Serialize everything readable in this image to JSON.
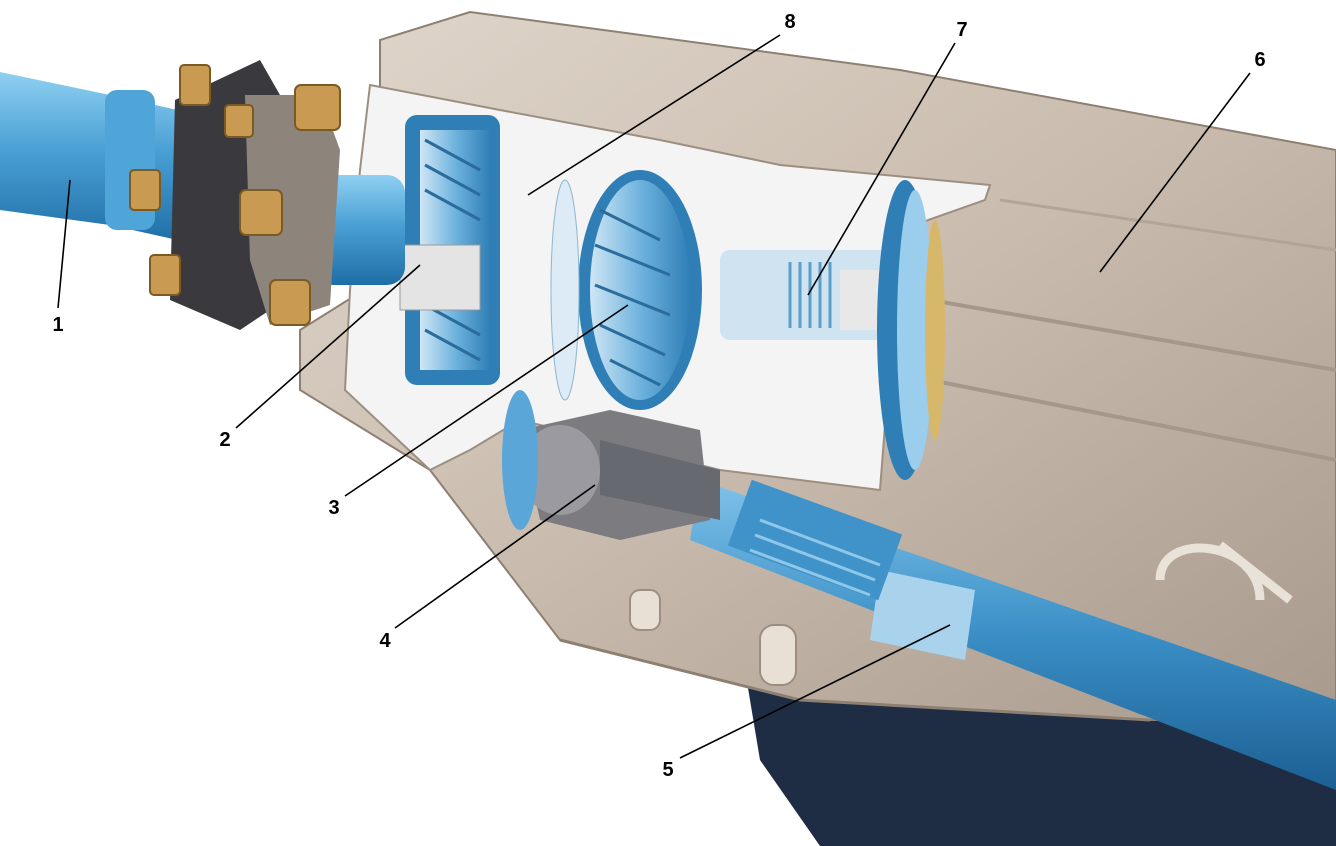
{
  "figure": {
    "description_visible": false,
    "callouts": [
      {
        "id": "1",
        "label": "1"
      },
      {
        "id": "2",
        "label": "2"
      },
      {
        "id": "3",
        "label": "3"
      },
      {
        "id": "4",
        "label": "4"
      },
      {
        "id": "5",
        "label": "5"
      },
      {
        "id": "6",
        "label": "6"
      },
      {
        "id": "7",
        "label": "7"
      },
      {
        "id": "8",
        "label": "8"
      }
    ]
  },
  "colors": {
    "background": "#ffffff",
    "housing": "#cbbfb2",
    "housing_shadow": "#9c8f82",
    "shaft_blue": "#3f93c8",
    "shaft_light": "#7cc0e8",
    "flex_disc": "#3a3a3e",
    "bolt_brass": "#c99a52",
    "gear_blue": "#5aa6d8",
    "cutaway_white": "#f4f4f4",
    "oil_pan": "#1e2c44"
  }
}
